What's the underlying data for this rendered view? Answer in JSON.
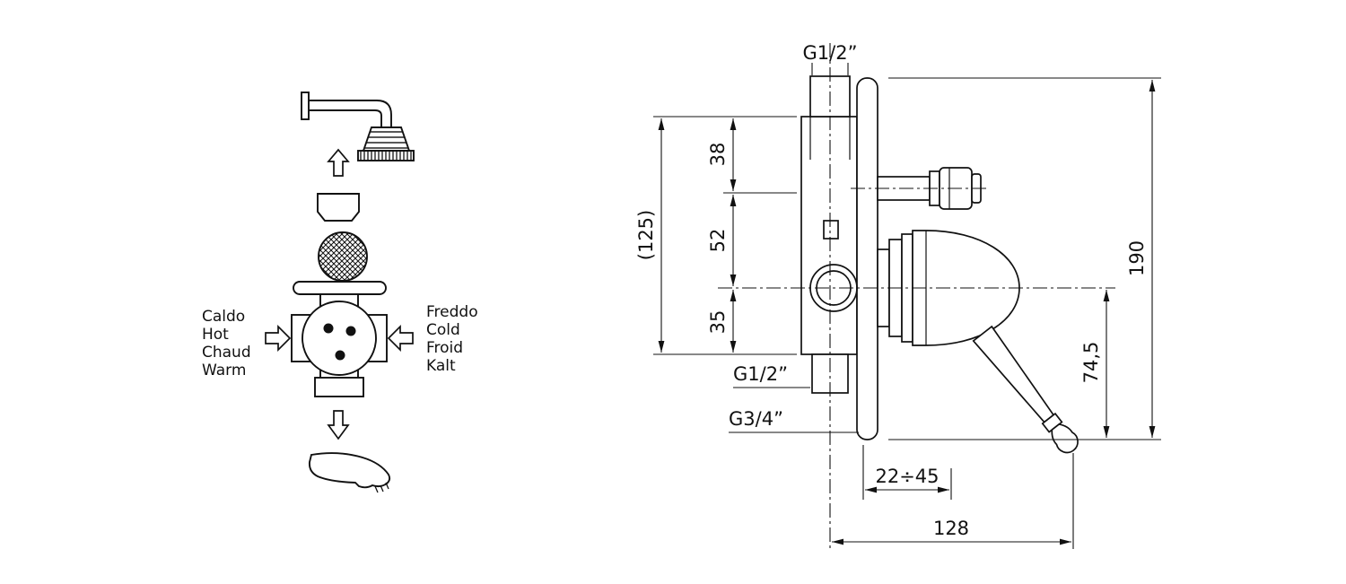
{
  "colors": {
    "ink": "#111111",
    "background": "#ffffff"
  },
  "schematic": {
    "hot": {
      "lines": [
        "Caldo",
        "Hot",
        "Chaud",
        "Warm"
      ]
    },
    "cold": {
      "lines": [
        "Freddo",
        "Cold",
        "Froid",
        "Kalt"
      ]
    }
  },
  "dims": {
    "top_thread": "G1/2”",
    "d38": "38",
    "d52": "52",
    "d35": "35",
    "d125": "(125)",
    "d190": "190",
    "d745": "74,5",
    "bottom_thread_small": "G1/2”",
    "bottom_thread_large": "G3/4”",
    "depth_range": "22÷45",
    "d128": "128"
  }
}
